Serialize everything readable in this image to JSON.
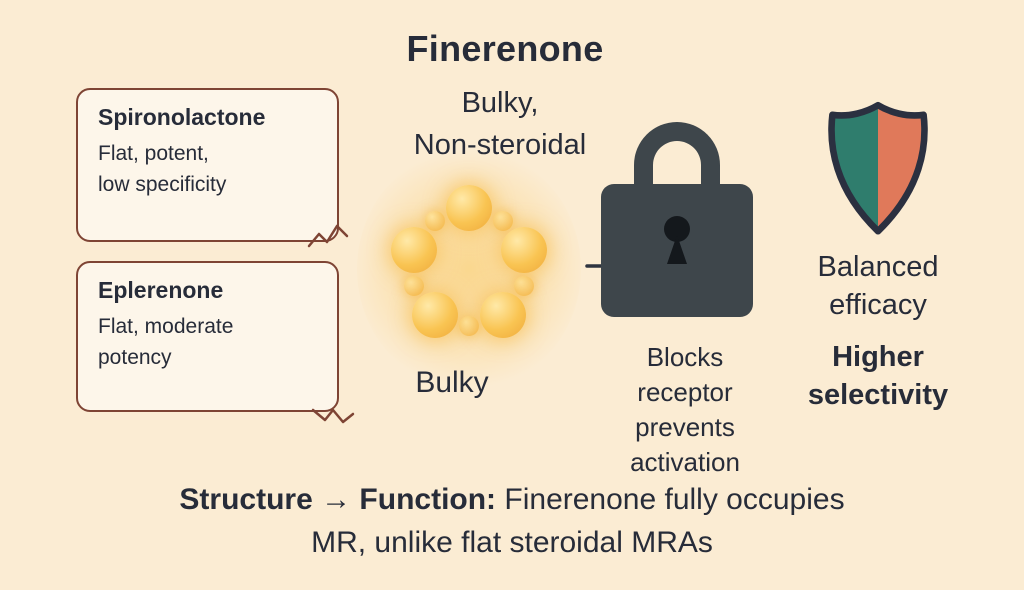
{
  "colors": {
    "background": "#fbecd3",
    "text_dark": "#272c39",
    "box_border": "#7e4434",
    "box_fill": "#fdf6ea",
    "molecule_yellow": "#f9c452",
    "lock_body": "#3e464b",
    "keyhole_black": "#14181c",
    "shield_teal": "#2f7d6d",
    "shield_orange": "#e0795a",
    "shield_outline": "#2b3040"
  },
  "header": {
    "title": "Finerenone",
    "subtitle_line1": "Bulky,",
    "subtitle_line2": "Non-steroidal"
  },
  "drug_boxes": [
    {
      "name": "Spironolactone",
      "lines": [
        "Flat, potent,",
        "low specificity"
      ]
    },
    {
      "name": "Eplerenone",
      "lines": [
        "Flat, moderate",
        "potency"
      ]
    }
  ],
  "molecule": {
    "label": "Bulky"
  },
  "lock": {
    "captions": [
      "Blocks",
      "receptor",
      "prevents",
      "activation"
    ]
  },
  "shield": {
    "caption_regular": "Balanced efficacy",
    "caption_bold": "Higher selectivity"
  },
  "footer": {
    "bold": "Structure → Function:",
    "regular": "Finerenone fully occupies",
    "line2": "MR, unlike flat steroidal MRAs"
  }
}
